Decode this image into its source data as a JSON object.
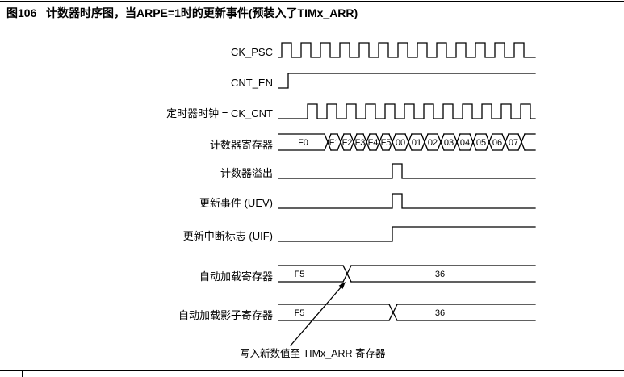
{
  "title": {
    "figure_label": "图106",
    "text": "计数器时序图，当ARPE=1时的更新事件(预装入了TIMx_ARR)"
  },
  "chart_data": {
    "type": "timing-diagram",
    "signals": [
      {
        "id": "ck-psc",
        "label": "CK_PSC",
        "kind": "clock"
      },
      {
        "id": "cnt-en",
        "label": "CNT_EN",
        "kind": "step-high"
      },
      {
        "id": "ck-cnt",
        "label": "定时器时钟 = CK_CNT",
        "kind": "gated-clock"
      },
      {
        "id": "counter-register",
        "label": "计数器寄存器",
        "kind": "register",
        "values": [
          "F0",
          "F1",
          "F2",
          "F3",
          "F4",
          "F5",
          "00",
          "01",
          "02",
          "03",
          "04",
          "05",
          "06",
          "07"
        ]
      },
      {
        "id": "counter-overflow",
        "label": "计数器溢出",
        "kind": "pulse"
      },
      {
        "id": "update-event",
        "label": "更新事件 (UEV)",
        "kind": "pulse"
      },
      {
        "id": "update-interrupt-flag",
        "label": "更新中断标志 (UIF)",
        "kind": "rise-hold"
      },
      {
        "id": "auto-reload-register",
        "label": "自动加载寄存器",
        "kind": "register-change",
        "values": [
          "F5",
          "36"
        ]
      },
      {
        "id": "auto-reload-shadow-register",
        "label": "自动加载影子寄存器",
        "kind": "register-change",
        "values": [
          "F5",
          "36"
        ]
      }
    ],
    "annotation": {
      "text": "写入新数值至 TIMx_ARR 寄存器"
    }
  }
}
